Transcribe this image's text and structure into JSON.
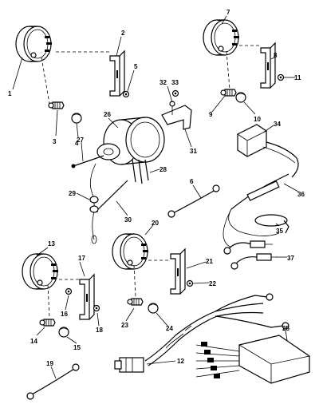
{
  "callouts": [
    {
      "id": "1",
      "text": "1"
    },
    {
      "id": "2",
      "text": "2"
    },
    {
      "id": "3",
      "text": "3"
    },
    {
      "id": "4",
      "text": "4"
    },
    {
      "id": "5",
      "text": "5"
    },
    {
      "id": "6",
      "text": "6"
    },
    {
      "id": "7",
      "text": "7"
    },
    {
      "id": "8",
      "text": "8"
    },
    {
      "id": "9",
      "text": "9"
    },
    {
      "id": "10",
      "text": "10"
    },
    {
      "id": "11",
      "text": "11"
    },
    {
      "id": "12",
      "text": "12"
    },
    {
      "id": "13",
      "text": "13"
    },
    {
      "id": "14",
      "text": "14"
    },
    {
      "id": "15",
      "text": "15"
    },
    {
      "id": "16",
      "text": "16"
    },
    {
      "id": "17",
      "text": "17"
    },
    {
      "id": "18",
      "text": "18"
    },
    {
      "id": "19",
      "text": "19"
    },
    {
      "id": "20",
      "text": "20"
    },
    {
      "id": "21",
      "text": "21"
    },
    {
      "id": "22",
      "text": "22"
    },
    {
      "id": "23",
      "text": "23"
    },
    {
      "id": "24",
      "text": "24"
    },
    {
      "id": "25",
      "text": "25"
    },
    {
      "id": "26",
      "text": "26"
    },
    {
      "id": "27",
      "text": "27"
    },
    {
      "id": "28",
      "text": "28"
    },
    {
      "id": "29",
      "text": "29"
    },
    {
      "id": "30",
      "text": "30"
    },
    {
      "id": "31",
      "text": "31"
    },
    {
      "id": "32",
      "text": "32"
    },
    {
      "id": "33",
      "text": "33"
    },
    {
      "id": "34",
      "text": "34"
    },
    {
      "id": "35",
      "text": "35"
    },
    {
      "id": "36",
      "text": "36"
    },
    {
      "id": "37",
      "text": "37"
    }
  ]
}
